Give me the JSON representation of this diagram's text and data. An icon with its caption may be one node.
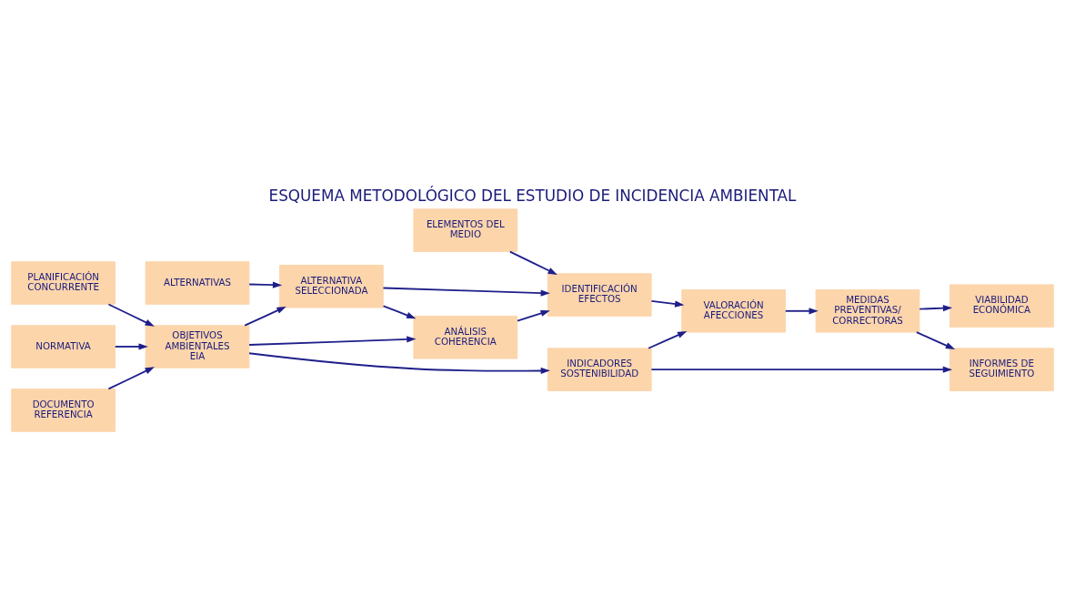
{
  "diagram": {
    "title": "ESQUEMA METODOLÓGICO DEL ESTUDIO DE INCIDENCIA AMBIENTAL",
    "nodes": [
      {
        "text": [
          "ELEMENTOS DEL MEDIO"
        ]
      },
      {
        "text": [
          "ALTERNATIVAS"
        ]
      },
      {
        "text": [
          "PLANIFICACIÓN CONCURRENTE"
        ]
      },
      {
        "text": [
          "NORMATIVA"
        ]
      },
      {
        "text": [
          "DOCUMENTO REFERENCIA"
        ]
      },
      {
        "text": [
          "OBJETIVOS AMBIENTALES EIA"
        ]
      },
      {
        "text": [
          "ALTERNATIVA SELECCIONADA"
        ]
      },
      {
        "text": [
          "IDENTIFICACIÓN EFECTOS"
        ]
      },
      {
        "text": [
          "VALORACIÓN AFECCIONES"
        ]
      },
      {
        "text": [
          "VIABILIDAD ECONÓMICA"
        ]
      },
      {
        "text": [
          "MEDIDAS PREVENTIVAS/ CORRECTORAS"
        ]
      },
      {
        "text": [
          "ANÁLISIS COHERENCIA"
        ]
      },
      {
        "text": [
          "INDICADORES SOSTENIBILIDAD"
        ]
      },
      {
        "text": [
          "INFORMES DE SEGUIMIENTO"
        ]
      }
    ],
    "edges": [
      {
        "from": 0,
        "to": 7,
        "arrow": "to"
      },
      {
        "from": 1,
        "to": 6,
        "arrow": "to"
      },
      {
        "from": 2,
        "to": 5,
        "arrow": "to"
      },
      {
        "from": 3,
        "to": 5,
        "arrow": "to"
      },
      {
        "from": 4,
        "to": 5,
        "arrow": "to"
      },
      {
        "from": 5,
        "to": 6,
        "arrow": "to"
      },
      {
        "from": 5,
        "to": 11,
        "arrow": "to"
      },
      {
        "from": 5,
        "to": 12,
        "arrow": "to"
      },
      {
        "from": 6,
        "to": 11,
        "arrow": "to"
      },
      {
        "from": 6,
        "to": 7,
        "arrow": "to"
      },
      {
        "from": 11,
        "to": 7,
        "arrow": "to"
      },
      {
        "from": 7,
        "to": 8,
        "arrow": "to"
      },
      {
        "from": 12,
        "to": 8,
        "arrow": "to"
      },
      {
        "from": 12,
        "to": 13,
        "arrow": "to"
      },
      {
        "from": 8,
        "to": 10,
        "arrow": "to"
      },
      {
        "from": 10,
        "to": 9,
        "arrow": "to"
      },
      {
        "from": 10,
        "to": 13,
        "arrow": "to"
      }
    ]
  }
}
